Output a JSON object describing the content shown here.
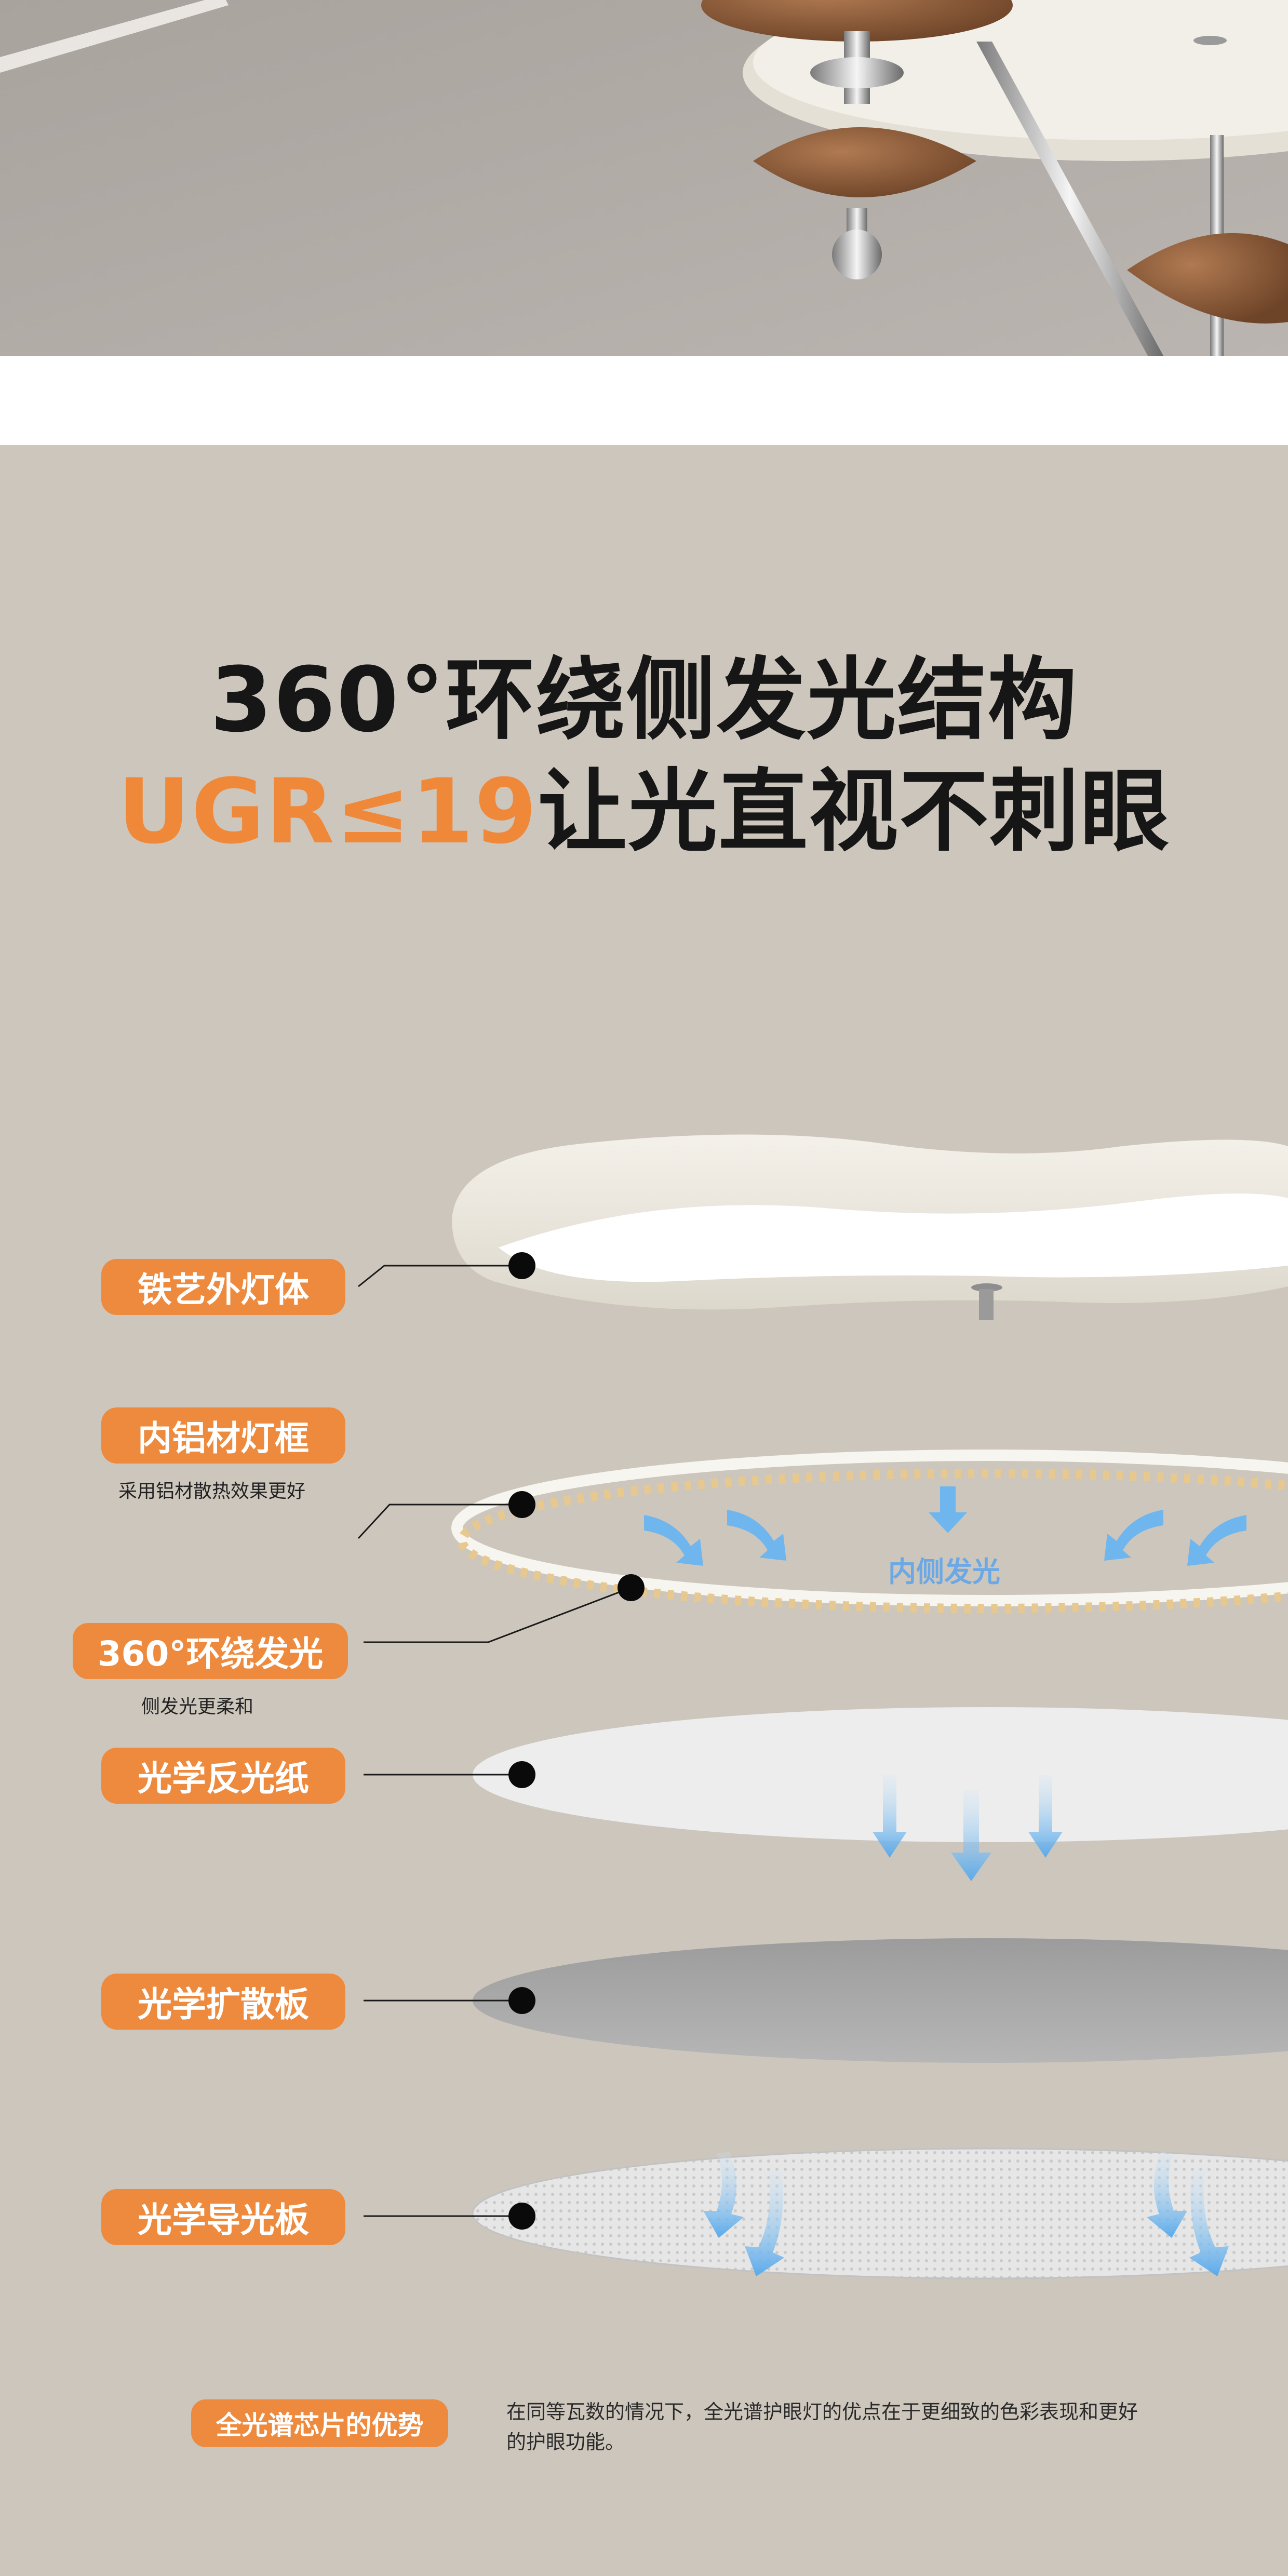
{
  "headline": {
    "line1": "360°环绕侧发光结构",
    "line2_accent": "UGR≤19",
    "line2_rest": "让光直视不刺眼"
  },
  "layers": [
    {
      "label": "铁艺外灯体",
      "sub": ""
    },
    {
      "label": "内铝材灯框",
      "sub": "采用铝材散热效果更好"
    },
    {
      "label": "360°环绕发光",
      "sub": "侧发光更柔和"
    },
    {
      "label": "光学反光纸",
      "sub": ""
    },
    {
      "label": "光学扩散板",
      "sub": ""
    },
    {
      "label": "光学导光板",
      "sub": ""
    }
  ],
  "inner_glow_label": "内侧发光",
  "footer": {
    "badge": "全光谱芯片的优势",
    "text": "在同等瓦数的情况下，全光谱护眼灯的优点在于更细致的色彩表现和更好的护眼功能。"
  },
  "colors": {
    "accent": "#ee8a3d",
    "panel_bg": "#cdc6bc",
    "arrow_blue": "#6fb6ee"
  }
}
